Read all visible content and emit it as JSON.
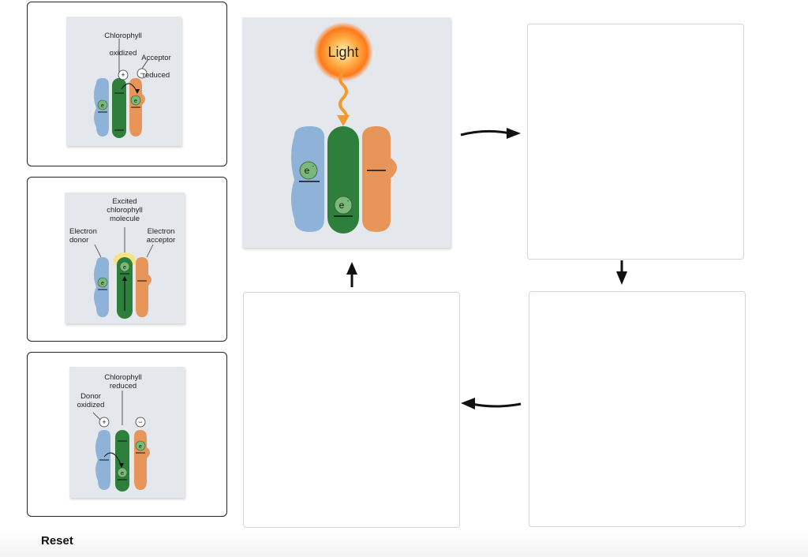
{
  "tiles": [
    {
      "line1": "Chlorophyll",
      "line2": "oxidized",
      "line3": "Acceptor",
      "line4": "reduced"
    },
    {
      "top": "Excited\nchlorophyll\nmolecule",
      "left": "Electron\ndonor",
      "right": "Electron\nacceptor"
    },
    {
      "top": "Chlorophyll\nreduced",
      "left": "Donor\noxidized"
    }
  ],
  "center_figure": {
    "light_label": "Light",
    "electron": "e"
  },
  "symbols": {
    "plus": "+",
    "minus": "−",
    "electron": "e",
    "charge": "-"
  },
  "controls": {
    "reset_label": "Reset"
  },
  "colors": {
    "blue": "#8fb3d8",
    "green": "#2e7f3c",
    "orange": "#e8955a",
    "panel": "#e4e8ec",
    "light": "#ff7a1a"
  }
}
